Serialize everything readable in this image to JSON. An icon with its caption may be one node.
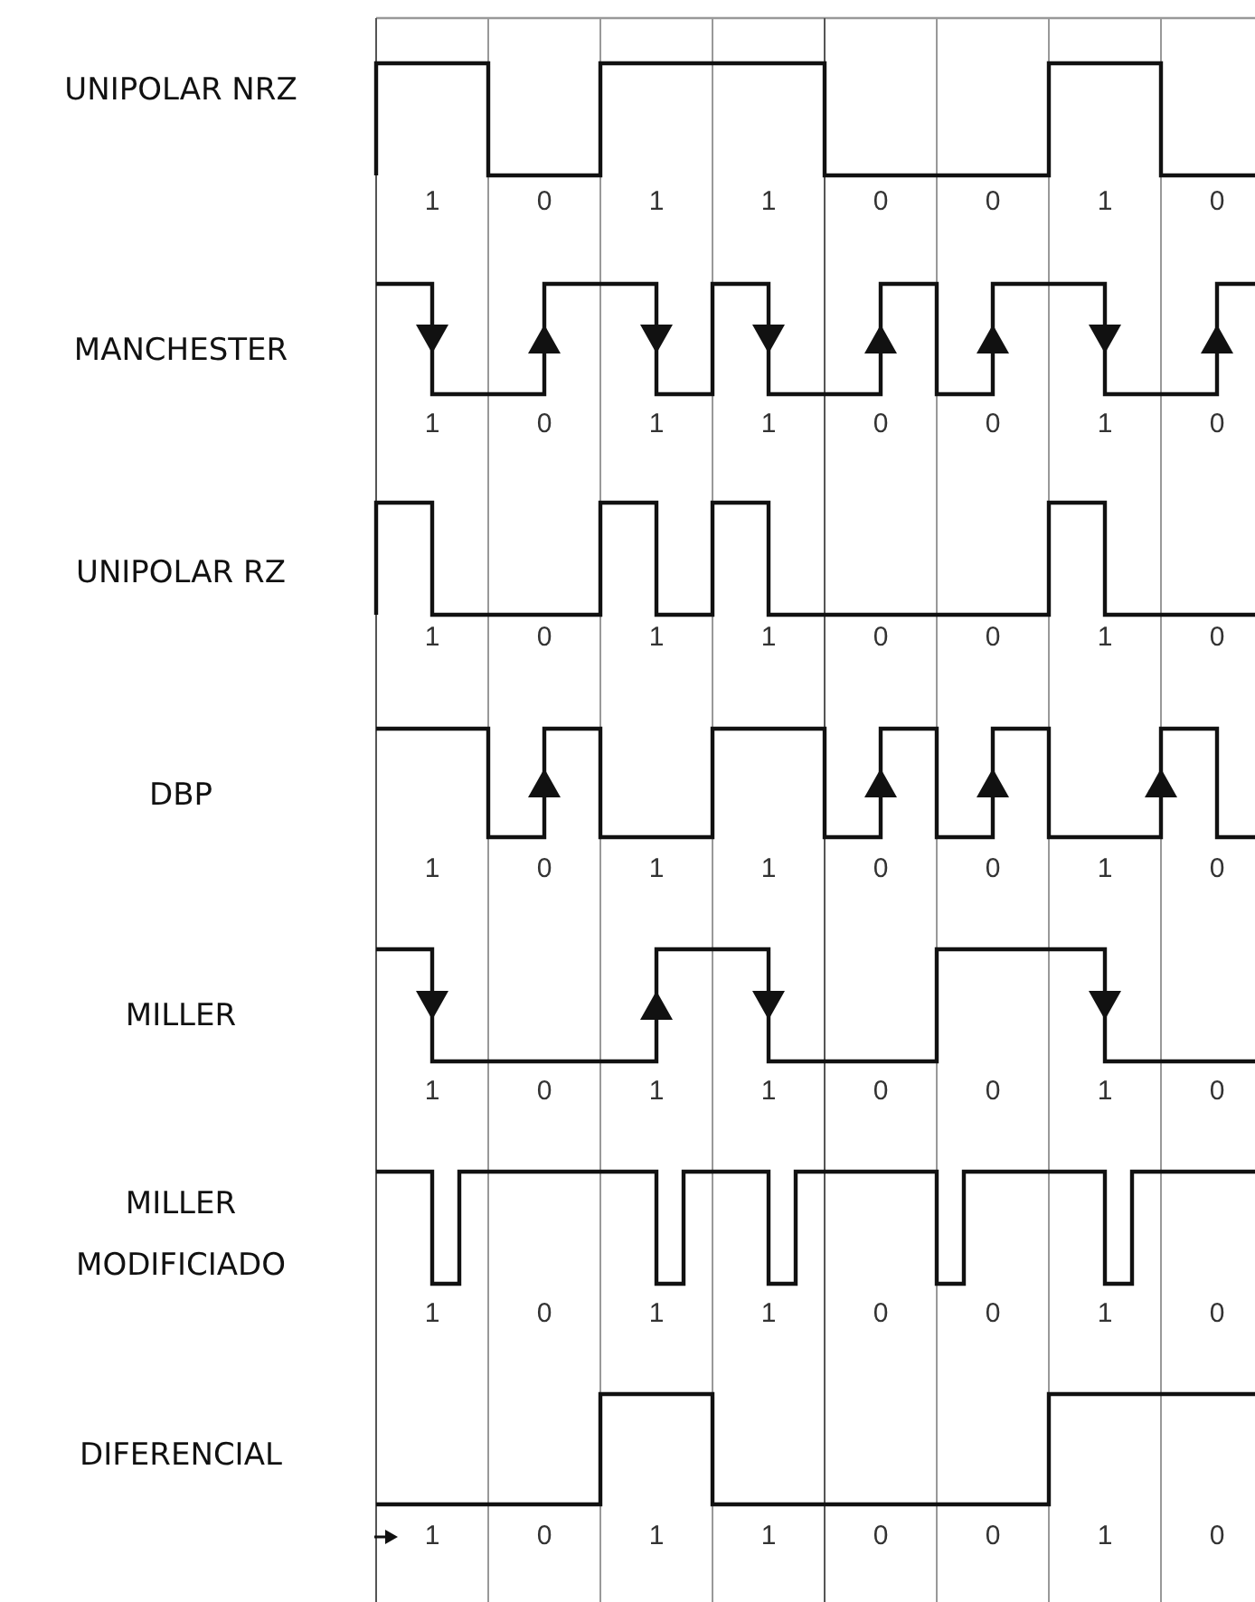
{
  "diagram": {
    "labels": [
      "UNIPOLAR NRZ",
      "1",
      "0",
      "1",
      "1",
      "0",
      "0",
      "1",
      "0",
      "MANCHESTER",
      "1",
      "0",
      "1",
      "1",
      "0",
      "0",
      "1",
      "0",
      "UNIPOLAR RZ",
      "1",
      "0",
      "1",
      "1",
      "0",
      "0",
      "1",
      "0",
      "DBP",
      "1",
      "0",
      "1",
      "1",
      "0",
      "0",
      "1",
      "0",
      "MILLER",
      "1",
      "0",
      "1",
      "1",
      "0",
      "0",
      "1",
      "0",
      "MILLER MODIFICIADO",
      "1",
      "0",
      "1",
      "1",
      "0",
      "0",
      "1",
      "0",
      "DIFERENCIAL",
      "1",
      "0",
      "1",
      "1",
      "0",
      "0",
      "1",
      "0"
    ]
  }
}
